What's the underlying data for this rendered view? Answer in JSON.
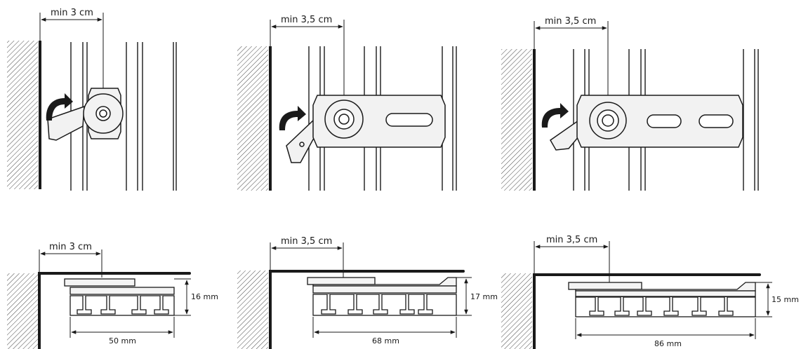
{
  "panels": {
    "top_left": {
      "gap_label": "min 3 cm"
    },
    "top_mid": {
      "gap_label": "min 3,5 cm"
    },
    "top_right": {
      "gap_label": "min 3,5 cm"
    },
    "bottom_left": {
      "gap_label": "min 3 cm",
      "width_label": "50 mm",
      "height_label": "16 mm"
    },
    "bottom_mid": {
      "gap_label": "min 3,5 cm",
      "width_label": "68 mm",
      "height_label": "17 mm"
    },
    "bottom_right": {
      "gap_label": "min 3,5 cm",
      "width_label": "86 mm",
      "height_label": "15 mm"
    }
  },
  "colors": {
    "line": "#1a1a1a",
    "hatch": "#333333",
    "bracket_fill": "#f2f2f2"
  },
  "icons": {
    "rotation_arrow": "curved-arrow-icon"
  }
}
